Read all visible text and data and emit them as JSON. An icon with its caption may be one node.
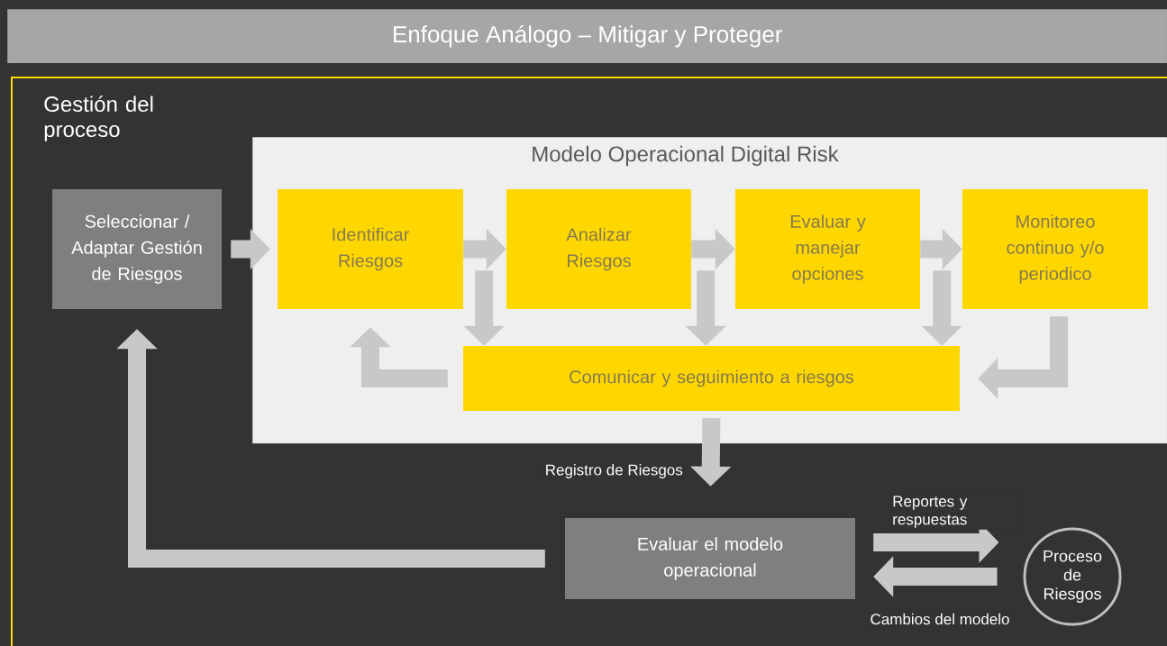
{
  "diagram": {
    "title": "Enfoque Análogo – Mitigar y Proteger",
    "nodes": [
      {
        "text": [
          "Gestión del proceso"
        ]
      },
      {
        "text": [
          "Seleccionar / Adaptar Gestión de Riesgos"
        ],
        "in": 0
      },
      {
        "text": [
          "Modelo Operacional Digital Risk"
        ],
        "in": 0
      },
      {
        "text": [
          "Identificar Riesgos"
        ],
        "in": 2
      },
      {
        "text": [
          "Analizar Riesgos"
        ],
        "in": 2
      },
      {
        "text": [
          "Evaluar y manejar opciones"
        ],
        "in": 2
      },
      {
        "text": [
          "Monitoreo continuo y/o periodico"
        ],
        "in": 2
      },
      {
        "text": [
          "Comunicar y seguimiento a riesgos"
        ],
        "in": 2
      },
      {
        "text": [
          "Evaluar el modelo operacional"
        ],
        "in": 0
      },
      {
        "text": [
          "Proceso de Riesgos"
        ],
        "in": 0
      }
    ],
    "edges": [
      {
        "from": 1,
        "to": 3,
        "arrow": "to"
      },
      {
        "from": 3,
        "to": 4,
        "arrow": "to"
      },
      {
        "from": 4,
        "to": 5,
        "arrow": "to"
      },
      {
        "from": 5,
        "to": 6,
        "arrow": "to"
      },
      {
        "from": 3,
        "to": 7,
        "arrow": "to"
      },
      {
        "from": 4,
        "to": 7,
        "arrow": "to"
      },
      {
        "from": 5,
        "to": 7,
        "arrow": "to"
      },
      {
        "from": 6,
        "to": 7,
        "arrow": "to"
      },
      {
        "from": 7,
        "to": 3,
        "arrow": "to"
      },
      {
        "from": 7,
        "to": 8,
        "arrow": "to",
        "label": "Registro de Riesgos"
      },
      {
        "from": 8,
        "to": 9,
        "arrow": "to",
        "label": "Reportes y respuestas"
      },
      {
        "from": 9,
        "to": 8,
        "arrow": "to",
        "label": "Cambios del modelo"
      },
      {
        "from": 8,
        "to": 1,
        "arrow": "to"
      }
    ]
  }
}
